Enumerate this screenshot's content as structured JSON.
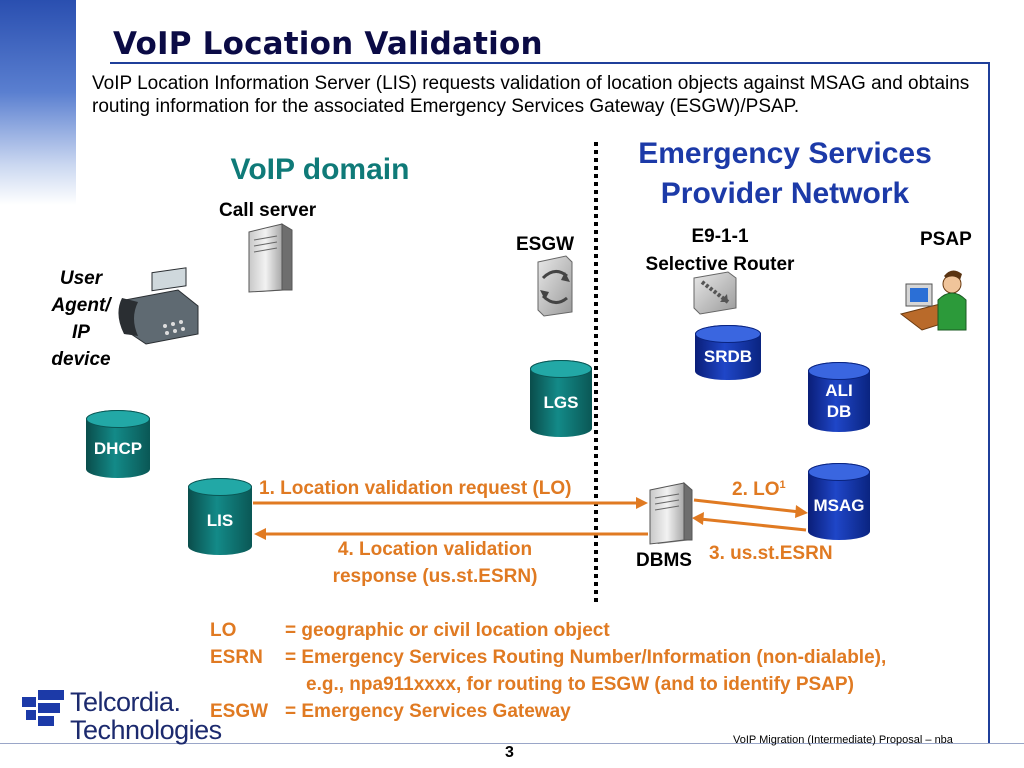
{
  "slide": {
    "title": "VoIP Location Validation",
    "intro": "VoIP Location Information Server (LIS) requests validation of location objects against MSAG and obtains routing information for the associated Emergency Services Gateway (ESGW)/PSAP."
  },
  "domains": {
    "voip": "VoIP domain",
    "esp_line1": "Emergency Services",
    "esp_line2": "Provider Network"
  },
  "nodes": {
    "call_server": "Call server",
    "esgw": "ESGW",
    "e911_line1": "E9-1-1",
    "e911_line2": "Selective Router",
    "psap": "PSAP",
    "user_agent_line1": "User",
    "user_agent_line2": "Agent/",
    "user_agent_line3": "IP",
    "user_agent_line4": "device",
    "dbms": "DBMS",
    "dhcp": "DHCP",
    "lis": "LIS",
    "lgs": "LGS",
    "srdb": "SRDB",
    "ali_line1": "ALI",
    "ali_line2": "DB",
    "msag": "MSAG"
  },
  "messages": {
    "m1": "1. Location validation request (LO)",
    "m2": "2. LO",
    "m2_sup": "1",
    "m3": "3. us.st.ESRN",
    "m4_line1": "4. Location validation",
    "m4_line2": "response (us.st.ESRN)"
  },
  "legend": [
    {
      "key": "LO",
      "value": "= geographic or civil location object"
    },
    {
      "key": "ESRN",
      "value": "= Emergency Services Routing Number/Information (non-dialable),"
    },
    {
      "key": "",
      "value": "   e.g., npa911xxxx, for routing to ESGW (and to identify PSAP)"
    },
    {
      "key": "ESGW",
      "value": "= Emergency Services Gateway"
    }
  ],
  "footer": {
    "logo_line1": "Telcordia.",
    "logo_line2": "Technologies",
    "caption": "VoIP Migration (Intermediate) Proposal  – nba",
    "page": "3"
  },
  "colors": {
    "title": "#0b0b45",
    "voip_domain": "#0f7a78",
    "esp": "#1c3aa8",
    "message": "#e07a22",
    "teal_db": "#138a88",
    "blue_db": "#1f46c8"
  }
}
